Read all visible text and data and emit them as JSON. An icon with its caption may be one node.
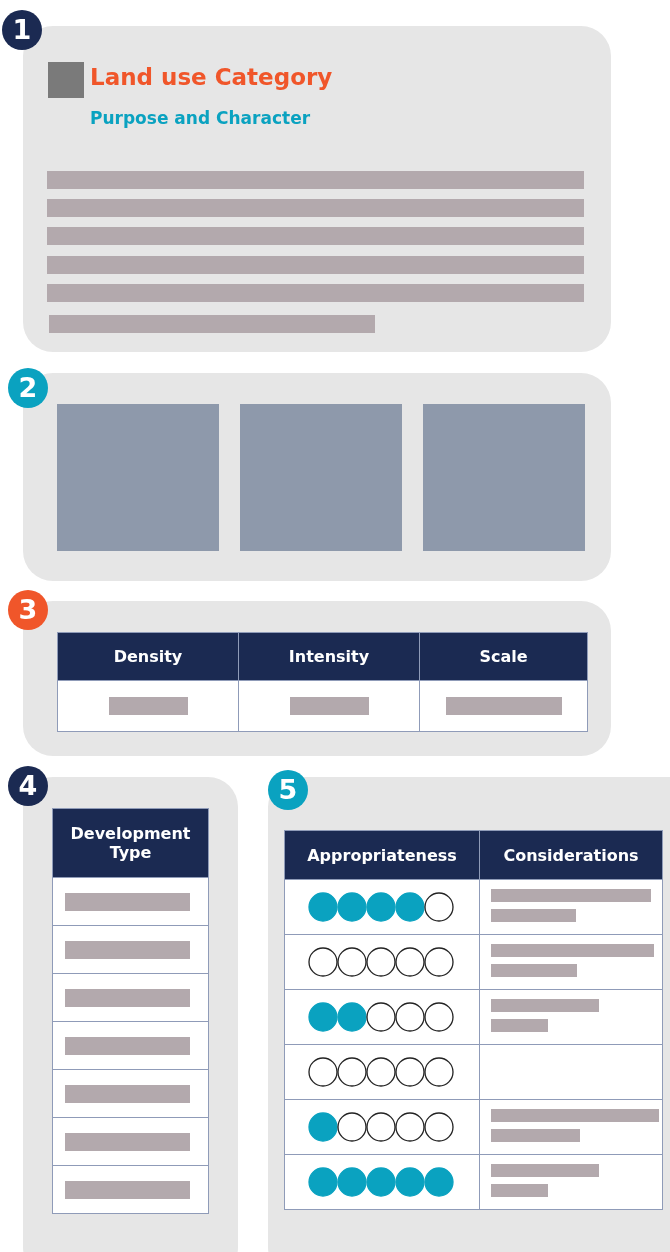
{
  "diagram": {
    "nodes": [
      {
        "text": [
          "1"
        ]
      },
      {
        "text": [
          "Land use Category",
          "Purpose and Character"
        ]
      },
      {
        "text": [
          "2"
        ]
      },
      {
        "text": [],
        "shape": "box"
      },
      {
        "text": [
          "3"
        ]
      },
      {
        "text": [],
        "shape": "box"
      },
      {
        "text": [
          "4"
        ]
      },
      {
        "text": [],
        "shape": "box"
      },
      {
        "text": [
          "5"
        ]
      },
      {
        "text": [],
        "shape": "box"
      }
    ],
    "edges": [],
    "labels": [
      "Density",
      "Intensity",
      "Scale",
      "Development Type",
      "Appropriateness",
      "Considerations"
    ]
  }
}
